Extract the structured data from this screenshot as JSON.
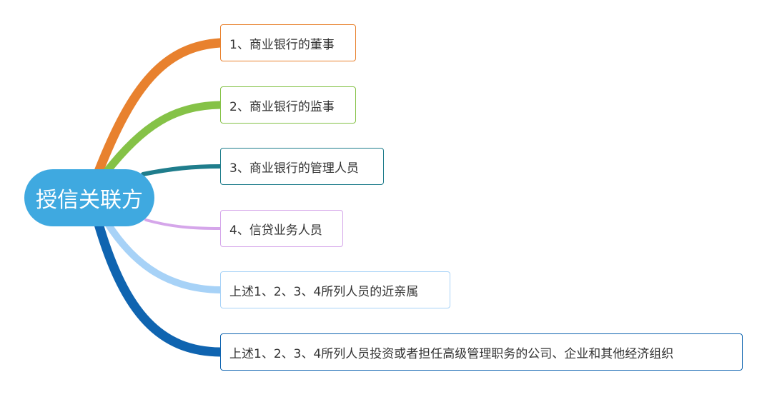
{
  "central": {
    "label": "授信关联方",
    "color": "#3fa9e0"
  },
  "branches": [
    {
      "label": "1、商业银行的董事",
      "color": "#e8812e"
    },
    {
      "label": "2、商业银行的监事",
      "color": "#85c247"
    },
    {
      "label": "3、商业银行的管理人员",
      "color": "#1f7d8c"
    },
    {
      "label": "4、信贷业务人员",
      "color": "#d5a6ea"
    },
    {
      "label": "上述1、2、3、4所列人员的近亲属",
      "color": "#a7d2f7"
    },
    {
      "label": "上述1、2、3、4所列人员投资或者担任高级管理职务的公司、企业和其他经济组织",
      "color": "#0f64b0"
    }
  ]
}
